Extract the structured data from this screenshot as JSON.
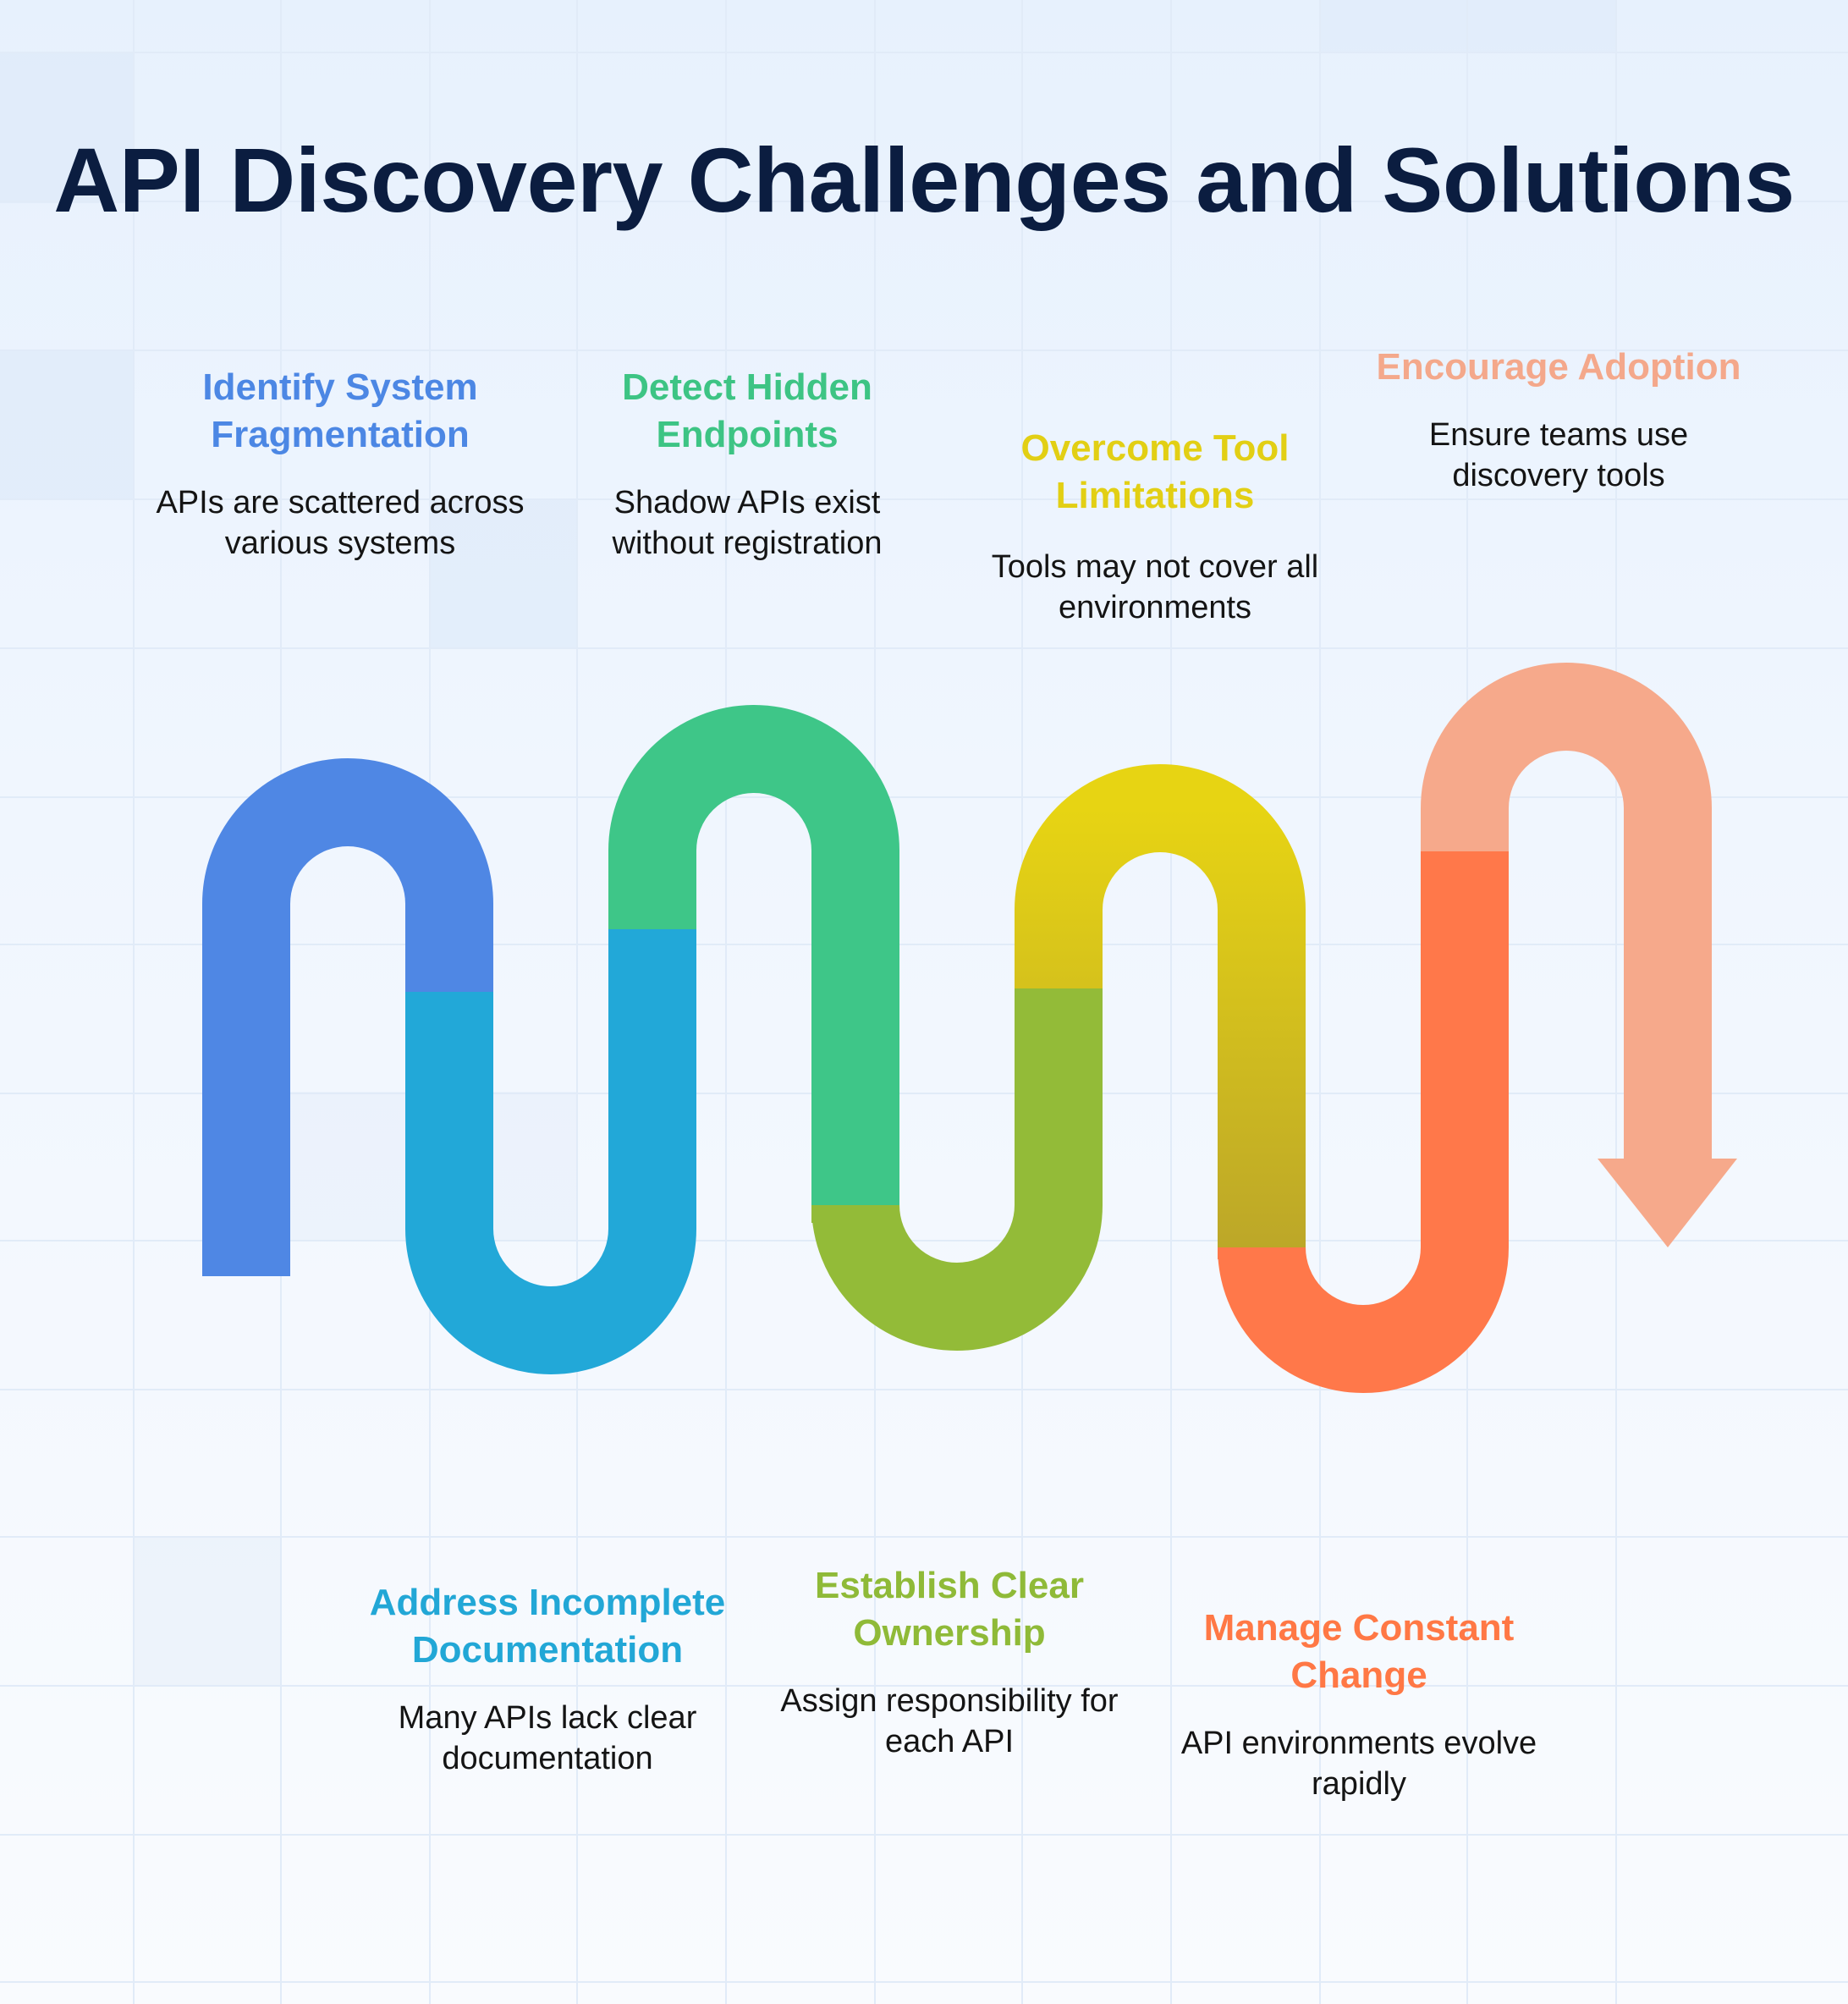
{
  "title": "API Discovery Challenges and Solutions",
  "stages": [
    {
      "title": "Identify System Fragmentation",
      "description": "APIs are scattered across various systems",
      "color": "#4f87e4"
    },
    {
      "title": "Detect Hidden Endpoints",
      "description": "Shadow APIs exist without registration",
      "color": "#3ec688"
    },
    {
      "title": "Overcome Tool Limitations",
      "description": "Tools may not cover all environments",
      "color": "#e5d114"
    },
    {
      "title": "Encourage Adoption",
      "description": "Ensure teams use discovery tools",
      "color": "#f6a98b"
    },
    {
      "title": "Address Incomplete Documentation",
      "description": "Many APIs lack clear documentation",
      "color": "#22a8d8"
    },
    {
      "title": "Establish Clear Ownership",
      "description": "Assign responsibility for each API",
      "color": "#93bb38"
    },
    {
      "title": "Manage Constant Change",
      "description": "API environments evolve rapidly",
      "color": "#ff784a"
    }
  ]
}
